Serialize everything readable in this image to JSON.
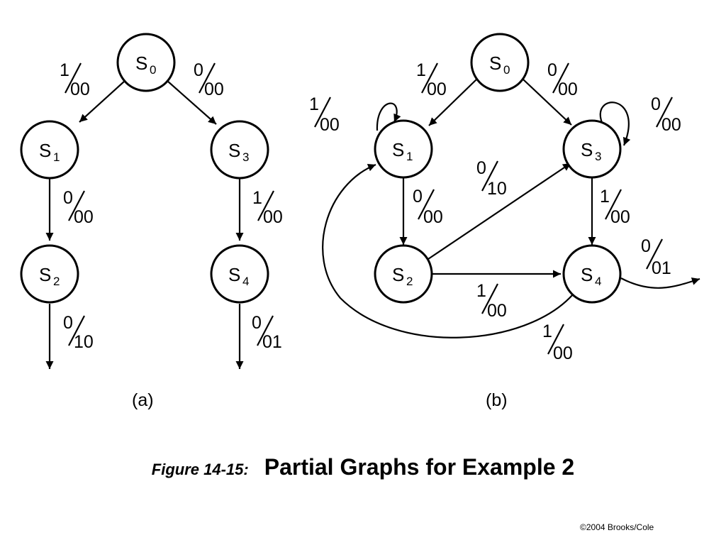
{
  "diagram_a": {
    "label": "(a)",
    "states": [
      {
        "id": "a-s0",
        "name": "S",
        "sub": "0"
      },
      {
        "id": "a-s1",
        "name": "S",
        "sub": "1"
      },
      {
        "id": "a-s2",
        "name": "S",
        "sub": "2"
      },
      {
        "id": "a-s3",
        "name": "S",
        "sub": "3"
      },
      {
        "id": "a-s4",
        "name": "S",
        "sub": "4"
      }
    ],
    "transitions": [
      {
        "id": "a-s0-s1",
        "from": "S0",
        "to": "S1",
        "input": "1",
        "output": "00"
      },
      {
        "id": "a-s0-s3",
        "from": "S0",
        "to": "S3",
        "input": "0",
        "output": "00"
      },
      {
        "id": "a-s1-s2",
        "from": "S1",
        "to": "S2",
        "input": "0",
        "output": "00"
      },
      {
        "id": "a-s3-s4",
        "from": "S3",
        "to": "S4",
        "input": "1",
        "output": "00"
      },
      {
        "id": "a-s2-out",
        "from": "S2",
        "to": "",
        "input": "0",
        "output": "10"
      },
      {
        "id": "a-s4-out",
        "from": "S4",
        "to": "",
        "input": "0",
        "output": "01"
      }
    ]
  },
  "diagram_b": {
    "label": "(b)",
    "states": [
      {
        "id": "b-s0",
        "name": "S",
        "sub": "0"
      },
      {
        "id": "b-s1",
        "name": "S",
        "sub": "1"
      },
      {
        "id": "b-s2",
        "name": "S",
        "sub": "2"
      },
      {
        "id": "b-s3",
        "name": "S",
        "sub": "3"
      },
      {
        "id": "b-s4",
        "name": "S",
        "sub": "4"
      }
    ],
    "transitions": [
      {
        "id": "b-s1-self",
        "from": "S1",
        "to": "S1",
        "input": "1",
        "output": "00"
      },
      {
        "id": "b-s0-s1",
        "from": "S0",
        "to": "S1",
        "input": "1",
        "output": "00"
      },
      {
        "id": "b-s0-s3",
        "from": "S0",
        "to": "S3",
        "input": "0",
        "output": "00"
      },
      {
        "id": "b-s3-self",
        "from": "S3",
        "to": "S3",
        "input": "0",
        "output": "00"
      },
      {
        "id": "b-s2-s3",
        "from": "S2",
        "to": "S3",
        "input": "0",
        "output": "10"
      },
      {
        "id": "b-s1-s2",
        "from": "S1",
        "to": "S2",
        "input": "0",
        "output": "00"
      },
      {
        "id": "b-s3-s4",
        "from": "S3",
        "to": "S4",
        "input": "1",
        "output": "00"
      },
      {
        "id": "b-s4-out",
        "from": "S4",
        "to": "",
        "input": "0",
        "output": "01"
      },
      {
        "id": "b-s2-s4",
        "from": "S2",
        "to": "S4",
        "input": "1",
        "output": "00"
      },
      {
        "id": "b-s4-s1",
        "from": "S4",
        "to": "S1",
        "input": "1",
        "output": "00"
      }
    ]
  },
  "caption": {
    "figure": "Figure 14-15:",
    "title": "Partial Graphs for Example 2"
  },
  "copyright": "©2004 Brooks/Cole"
}
